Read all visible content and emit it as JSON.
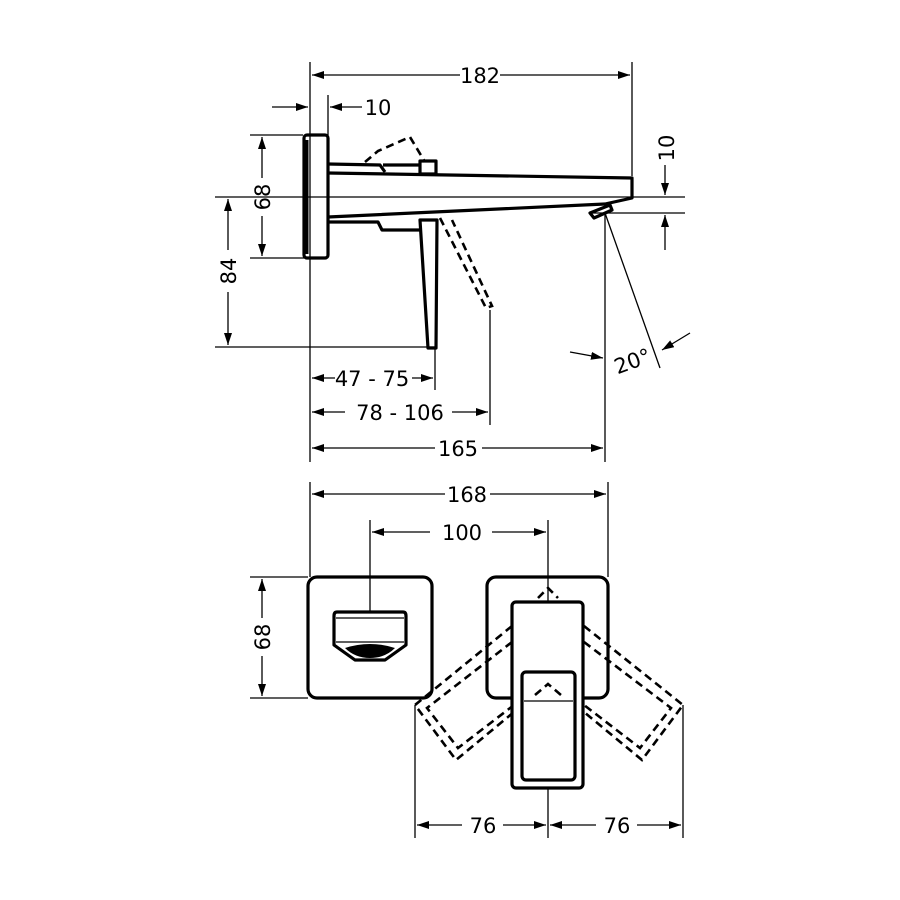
{
  "colors": {
    "line": "#000000",
    "background": "#ffffff"
  },
  "side_view": {
    "dim_total_depth": "182",
    "dim_plate_thickness": "10",
    "dim_plate_height": "68",
    "dim_lever_height": "84",
    "dim_outlet_height": "10",
    "dim_angle": "20°",
    "dim_lever_range": "47 - 75",
    "dim_lever_open_range": "78 - 106",
    "dim_outlet_projection": "165"
  },
  "front_view": {
    "dim_total_width": "168",
    "dim_center_distance": "100",
    "dim_plate_height": "68",
    "dim_swing_left": "76",
    "dim_swing_right": "76"
  }
}
